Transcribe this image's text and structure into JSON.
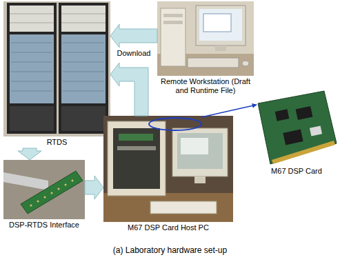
{
  "diagram": {
    "caption": "(a) Laboratory hardware set-up",
    "nodes": [
      {
        "text": [
          "RTDS"
        ]
      },
      {
        "text": [
          "Remote Workstation (Draft and Runtime File)"
        ]
      },
      {
        "text": [
          "DSP-RTDS Interface"
        ]
      },
      {
        "text": [
          "M67 DSP Card Host PC"
        ]
      },
      {
        "text": [
          "M67 DSP Card"
        ]
      }
    ],
    "edges": [
      {
        "from": 1,
        "to": 0,
        "arrow": "to",
        "label": "Download"
      },
      {
        "from": 3,
        "to": 0,
        "arrow": "to"
      },
      {
        "from": 0,
        "to": 2,
        "arrow": "to"
      },
      {
        "from": 2,
        "to": 3,
        "arrow": "to"
      },
      {
        "from": 3,
        "to": 4,
        "arrow": "to"
      }
    ]
  }
}
